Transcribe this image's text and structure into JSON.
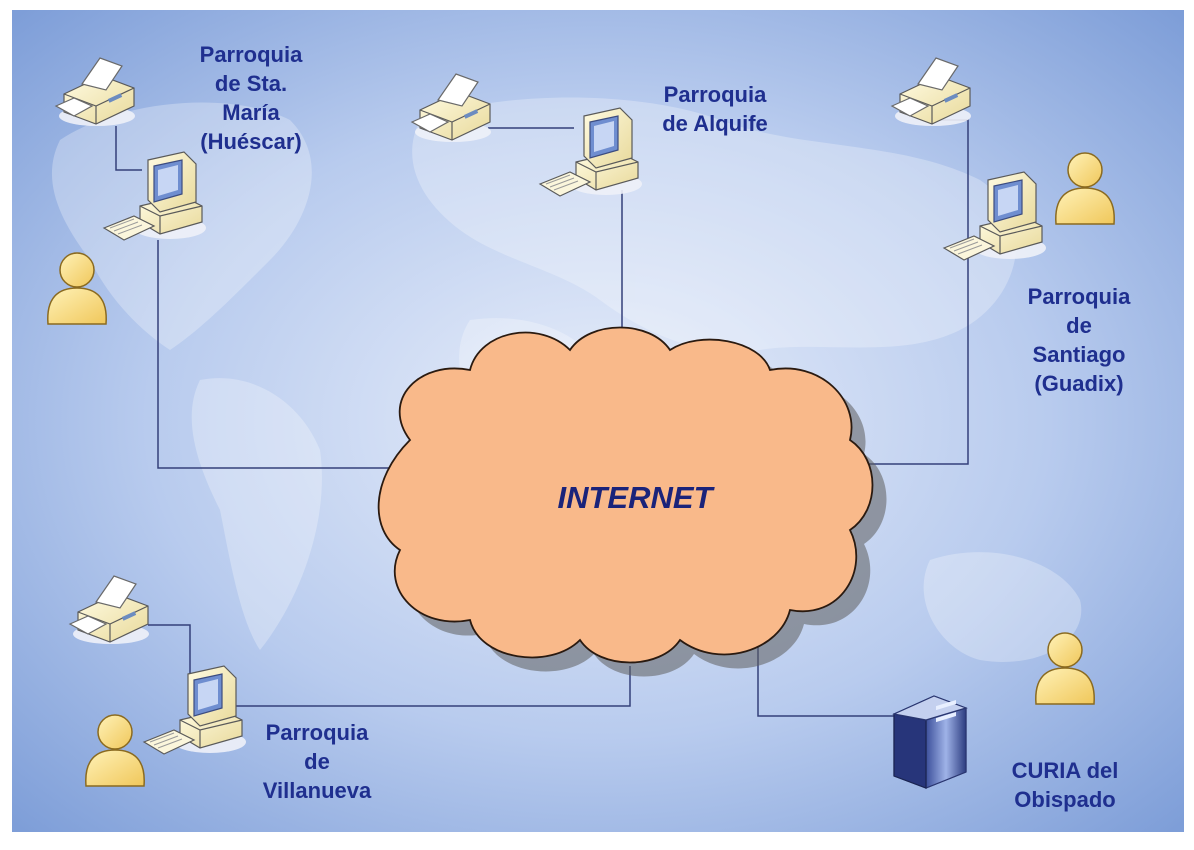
{
  "colors": {
    "label": "#1f2f8f",
    "cloud_fill": "#f9b98a",
    "cloud_text": "#1a237a",
    "background_light": "#dfe8f8",
    "background_dark": "#7e9ed8",
    "connection_line": "#34407a",
    "device": "#f7efc2",
    "user_icon": "#f8d77e"
  },
  "cloud": {
    "label": "INTERNET"
  },
  "nodes": [
    {
      "id": "sta-maria",
      "label": "Parroquia\nde Sta.\nMaría\n(Huéscar)",
      "devices": [
        "printer-icon",
        "computer-icon",
        "user-icon"
      ]
    },
    {
      "id": "alquife",
      "label": "Parroquia\nde Alquife",
      "devices": [
        "printer-icon",
        "computer-icon"
      ]
    },
    {
      "id": "santiago",
      "label": "Parroquia\nde\nSantiago\n(Guadix)",
      "devices": [
        "printer-icon",
        "computer-icon",
        "user-icon"
      ]
    },
    {
      "id": "villanueva",
      "label": "Parroquia\nde\nVillanueva",
      "devices": [
        "printer-icon",
        "computer-icon",
        "user-icon"
      ]
    },
    {
      "id": "curia",
      "label": "CURIA del\nObispado",
      "devices": [
        "server-icon",
        "user-icon"
      ]
    }
  ]
}
